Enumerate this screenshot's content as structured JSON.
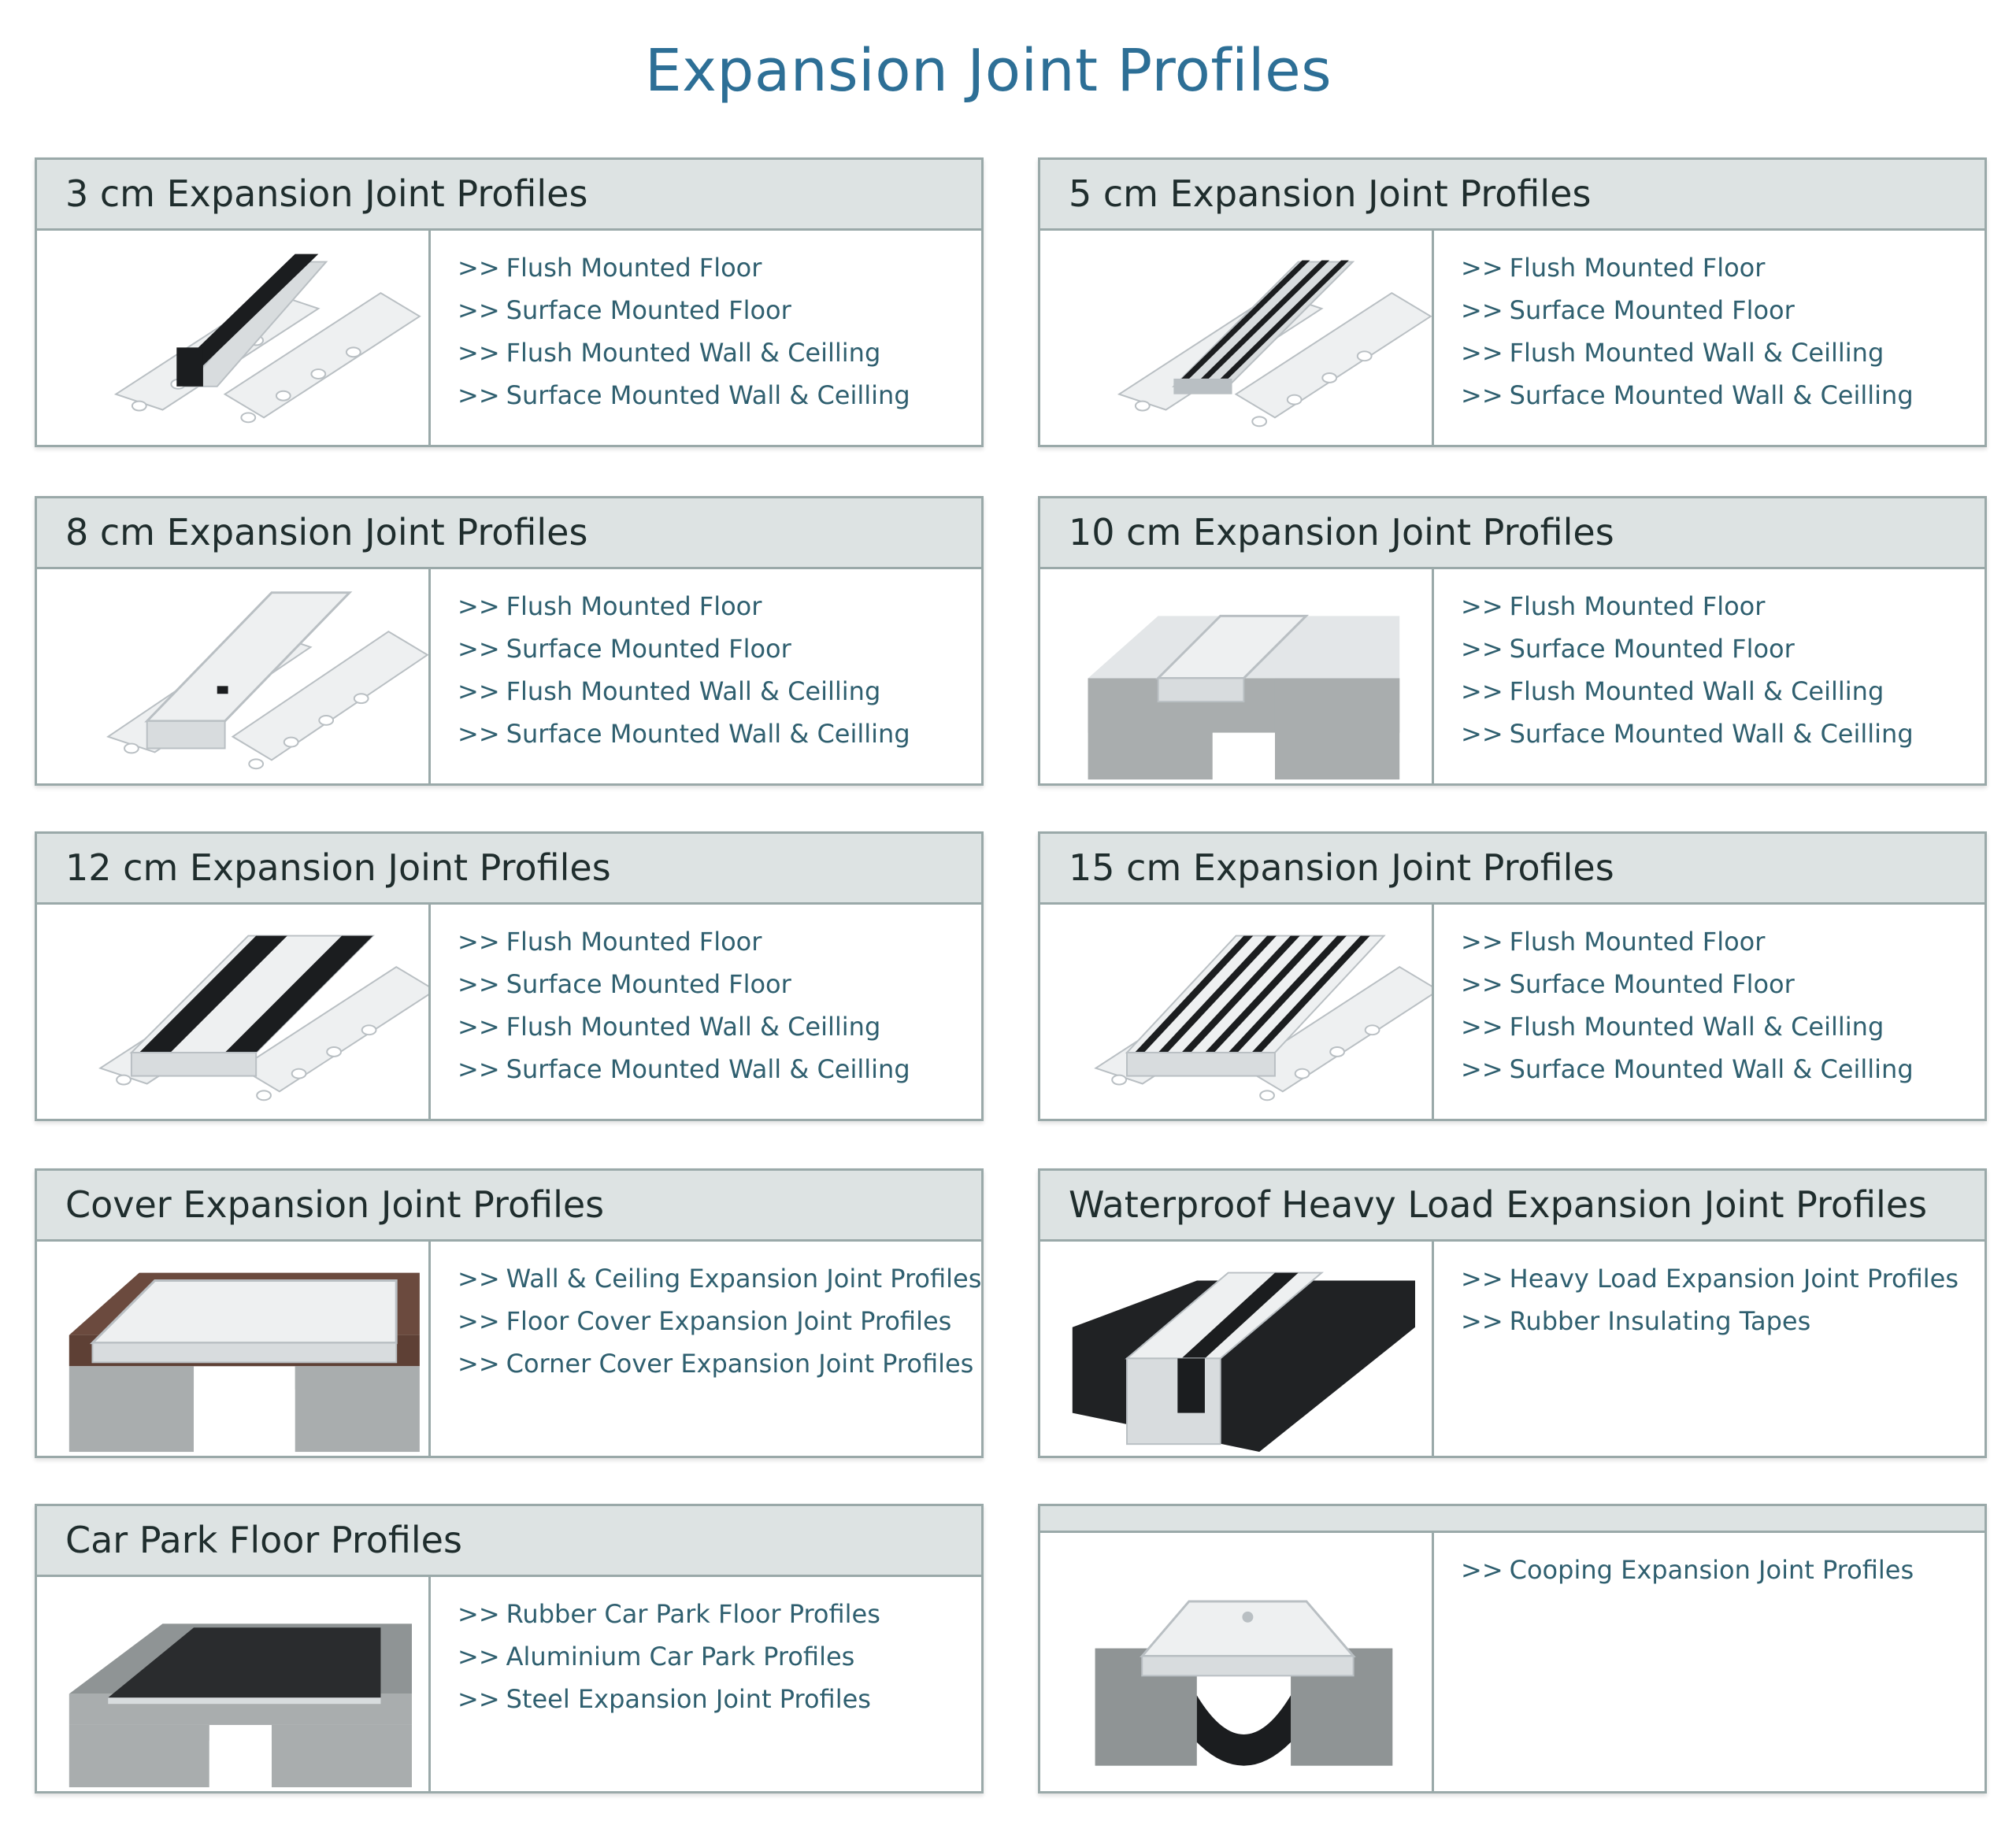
{
  "page": {
    "title": "Expansion Joint Profiles"
  },
  "link_prefix": ">>",
  "cards": [
    {
      "title": "3 cm Expansion Joint Profiles",
      "image": "3cm-joint-profile",
      "links": [
        "Flush Mounted Floor",
        "Surface Mounted Floor",
        "Flush Mounted Wall & Ceilling",
        "Surface Mounted Wall & Ceilling"
      ]
    },
    {
      "title": "5 cm Expansion Joint Profiles",
      "image": "5cm-joint-profile",
      "links": [
        "Flush Mounted Floor",
        "Surface Mounted Floor",
        "Flush Mounted Wall & Ceilling",
        "Surface Mounted Wall & Ceilling"
      ]
    },
    {
      "title": "8 cm Expansion Joint Profiles",
      "image": "8cm-joint-profile",
      "links": [
        "Flush Mounted Floor",
        "Surface Mounted Floor",
        "Flush Mounted Wall & Ceilling",
        "Surface Mounted Wall & Ceilling"
      ]
    },
    {
      "title": "10 cm Expansion Joint Profiles",
      "image": "10cm-joint-profile",
      "links": [
        "Flush Mounted Floor",
        "Surface Mounted Floor",
        "Flush Mounted Wall & Ceilling",
        "Surface Mounted Wall & Ceilling"
      ]
    },
    {
      "title": "12 cm Expansion Joint Profiles",
      "image": "12cm-joint-profile",
      "links": [
        "Flush Mounted Floor",
        "Surface Mounted Floor",
        "Flush Mounted Wall & Ceilling",
        "Surface Mounted Wall & Ceilling"
      ]
    },
    {
      "title": "15 cm Expansion Joint Profiles",
      "image": "15cm-joint-profile",
      "links": [
        "Flush Mounted Floor",
        "Surface Mounted Floor",
        "Flush Mounted Wall & Ceilling",
        "Surface Mounted Wall & Ceilling"
      ]
    },
    {
      "title": "Cover Expansion Joint Profiles",
      "image": "cover-joint-profile",
      "links": [
        "Wall & Ceiling Expansion Joint Profiles",
        "Floor Cover Expansion Joint Profiles",
        "Corner Cover Expansion Joint Profiles"
      ]
    },
    {
      "title": "Waterproof Heavy Load Expansion Joint Profiles",
      "image": "waterproof-joint-profile",
      "links": [
        "Heavy Load Expansion Joint Profiles",
        "Rubber Insulating Tapes"
      ]
    },
    {
      "title": "Car Park Floor Profiles",
      "image": "car-park-profile",
      "links": [
        "Rubber Car Park Floor Profiles",
        "Aluminium Car Park Profiles",
        "Steel Expansion Joint Profiles"
      ]
    },
    {
      "title": "",
      "image": "cooping-joint-profile",
      "links": [
        "Cooping Expansion Joint Profiles"
      ]
    }
  ],
  "colors": {
    "title": "#2d6f96",
    "header_bg": "#dde3e3",
    "border": "#9aa9a9",
    "link": "#2f5f6f"
  }
}
